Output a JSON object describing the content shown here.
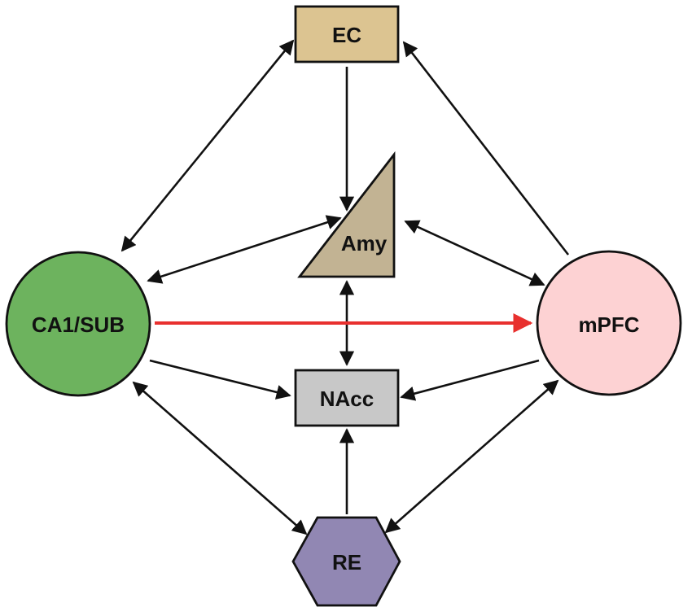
{
  "nodes": {
    "ec": {
      "label": "EC",
      "color": "#dcc491"
    },
    "amy": {
      "label": "Amy",
      "color": "#c2b393"
    },
    "ca1": {
      "label": "CA1/SUB",
      "color": "#6db35e"
    },
    "mpfc": {
      "label": "mPFC",
      "color": "#fdd2d3"
    },
    "nacc": {
      "label": "NAcc",
      "color": "#c8c8c8"
    },
    "re": {
      "label": "RE",
      "color": "#9187b3"
    }
  },
  "colors": {
    "edge": "#111111",
    "highlight_edge": "#e8302e"
  },
  "edges": [
    {
      "from": "ec",
      "to": "ca1",
      "direction": "both"
    },
    {
      "from": "ec",
      "to": "amy",
      "direction": "forward"
    },
    {
      "from": "mpfc",
      "to": "ec",
      "direction": "forward"
    },
    {
      "from": "amy",
      "to": "ca1",
      "direction": "both"
    },
    {
      "from": "amy",
      "to": "mpfc",
      "direction": "both"
    },
    {
      "from": "amy",
      "to": "nacc",
      "direction": "both"
    },
    {
      "from": "ca1",
      "to": "mpfc",
      "direction": "forward",
      "highlight": true
    },
    {
      "from": "ca1",
      "to": "nacc",
      "direction": "forward"
    },
    {
      "from": "mpfc",
      "to": "nacc",
      "direction": "forward"
    },
    {
      "from": "ca1",
      "to": "re",
      "direction": "both"
    },
    {
      "from": "mpfc",
      "to": "re",
      "direction": "both"
    },
    {
      "from": "re",
      "to": "nacc",
      "direction": "forward"
    }
  ]
}
